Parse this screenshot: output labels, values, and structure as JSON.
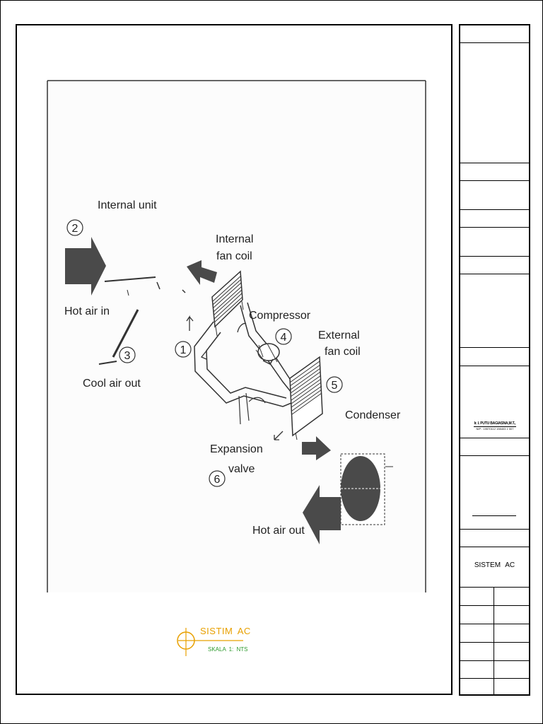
{
  "diagram": {
    "labels": {
      "internal_unit": "Internal unit",
      "hot_air_in": "Hot air in",
      "cool_air_out": "Cool air out",
      "internal_fan_coil_1": "Internal",
      "internal_fan_coil_2": "fan coil",
      "compressor": "Compressor",
      "external_fan_coil_1": "External",
      "external_fan_coil_2": "fan coil",
      "condenser": "Condenser",
      "expansion_valve_1": "Expansion",
      "expansion_valve_2": "valve",
      "hot_air_out": "Hot air out"
    },
    "steps": [
      "1",
      "2",
      "3",
      "4",
      "5",
      "6"
    ]
  },
  "caption": {
    "title": "SISTIM  AC",
    "scale": "SKALA 1:   NTS"
  },
  "title_block": {
    "designer_name": "Ir. I. PUTU BAGIASNA,M.T.,",
    "designer_nip": "NIP : 19570112 198403 1 007",
    "sheet_title": "SISTEM  AC"
  },
  "colors": {
    "arrow_fill": "#4a4a4a",
    "caption_title": "#e8a000",
    "caption_scale": "#2e9a2e"
  }
}
